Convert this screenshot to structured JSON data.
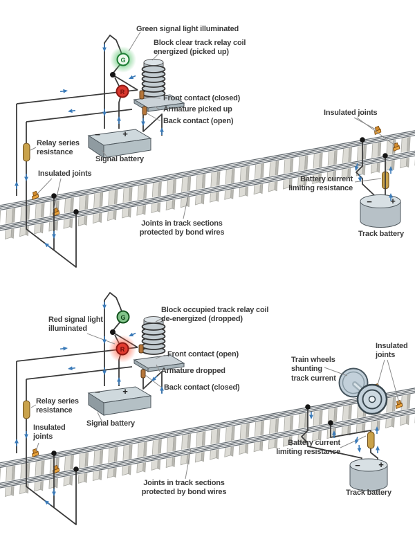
{
  "symbols": {
    "minus": "−",
    "plus": "+"
  },
  "signals": {
    "green_letter": "G",
    "red_letter": "R"
  },
  "colors": {
    "wire": "#3b3b3b",
    "arrow_blue": "#3a7ab8",
    "joint_orange": "#e8a33d",
    "resistor_gold": "#c9a24b",
    "signal_green": "#1d7d34",
    "signal_red": "#d9372e",
    "metal_gray": "#b7c1c7",
    "text": "#3c3c3c"
  },
  "top": {
    "green_light_label": "Green signal light illuminated",
    "relay_coil_label": "Block clear track relay coil\nenergized (picked up)",
    "front_contact_label": "Front contact (closed)",
    "armature_label": "Armature picked up",
    "back_contact_label": "Back contact (open)",
    "relay_resistance_label": "Relay series\nresistance",
    "signal_battery_label": "Signal battery",
    "insulated_joints_left_label": "Insulated joints",
    "insulated_joints_right_label": "Insulated joints",
    "bond_wires_label": "Joints in track sections\nprotected by bond wires",
    "battery_resistance_label": "Battery current\nlimiting resistance",
    "track_battery_label": "Track battery"
  },
  "bottom": {
    "red_light_label": "Red signal light\nilluminated",
    "relay_coil_label": "Block occupied track relay coil\nde-energized (dropped)",
    "front_contact_label": "Front contact (open)",
    "armature_label": "Armature dropped",
    "back_contact_label": "Back contact (closed)",
    "relay_resistance_label": "Relay series\nresistance",
    "insulated_joints_left_label": "Insulated\njoints",
    "signal_battery_label": "Signal battery",
    "train_wheels_label": "Train wheels\nshunting\ntrack current",
    "insulated_joints_right_label": "Insulated\njoints",
    "bond_wires_label": "Joints in track sections\nprotected by bond wires",
    "battery_resistance_label": "Battery current\nlimiting resistance",
    "track_battery_label": "Track battery"
  }
}
